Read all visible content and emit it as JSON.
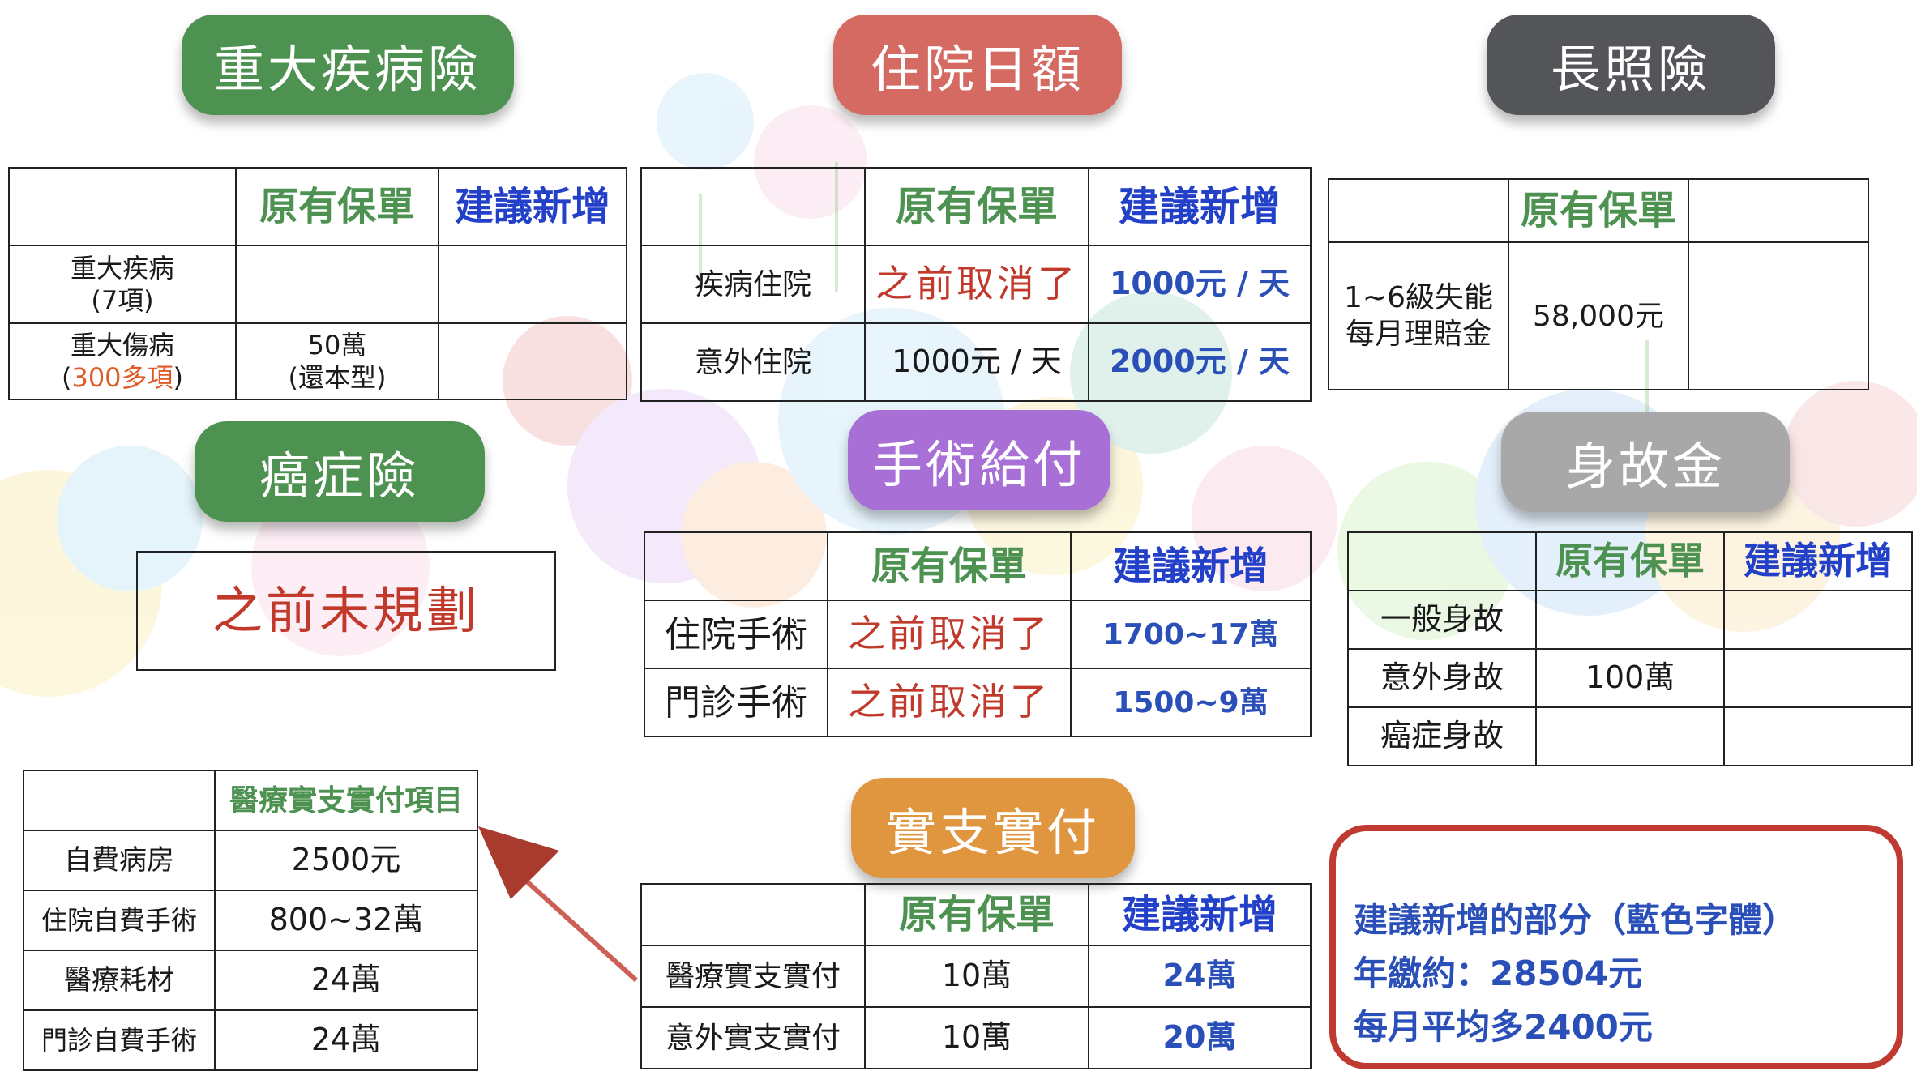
{
  "headers": {
    "critical_illness": "重大疾病險",
    "hospital_daily": "住院日額",
    "long_term_care": "長照險",
    "cancer": "癌症險",
    "surgery": "手術給付",
    "death_benefit": "身故金",
    "medical_reimbursement": "實支實付"
  },
  "critical_table": {
    "col_existing": "原有保單",
    "col_suggested": "建議新增",
    "row1": {
      "label_line1": "重大疾病",
      "label_line2": "(7項)",
      "existing": "",
      "suggested": ""
    },
    "row2": {
      "label_line1": "重大傷病",
      "label_line2_prefix": "(",
      "label_line2_highlight": "300多項",
      "label_line2_suffix": ")",
      "existing_line1": "50萬",
      "existing_line2": "(還本型)",
      "suggested": ""
    }
  },
  "hospital_table": {
    "col_existing": "原有保單",
    "col_suggested": "建議新增",
    "rows": [
      {
        "label": "疾病住院",
        "existing": "之前取消了",
        "suggested": "1000元 / 天"
      },
      {
        "label": "意外住院",
        "existing": "1000元 / 天",
        "suggested": "2000元 / 天"
      }
    ]
  },
  "ltc_table": {
    "col_existing": "原有保單",
    "label_line1": "1~6級失能",
    "label_line2": "每月理賠金",
    "existing": "58,000元"
  },
  "cancer_box": {
    "text": "之前未規劃"
  },
  "surgery_table": {
    "col_existing": "原有保單",
    "col_suggested": "建議新增",
    "rows": [
      {
        "label": "住院手術",
        "existing": "之前取消了",
        "suggested": "1700~17萬"
      },
      {
        "label": "門診手術",
        "existing": "之前取消了",
        "suggested": "1500~9萬"
      }
    ]
  },
  "death_table": {
    "col_existing": "原有保單",
    "col_suggested": "建議新增",
    "rows": [
      {
        "label": "一般身故",
        "existing": "",
        "suggested": ""
      },
      {
        "label": "意外身故",
        "existing": "100萬",
        "suggested": ""
      },
      {
        "label": "癌症身故",
        "existing": "",
        "suggested": ""
      }
    ]
  },
  "items_table": {
    "header": "醫療實支實付項目",
    "rows": [
      {
        "label": "自費病房",
        "value": "2500元"
      },
      {
        "label": "住院自費手術",
        "value": "800~32萬"
      },
      {
        "label": "醫療耗材",
        "value": "24萬"
      },
      {
        "label": "門診自費手術",
        "value": "24萬"
      }
    ]
  },
  "reimb_table": {
    "col_existing": "原有保單",
    "col_suggested": "建議新增",
    "rows": [
      {
        "label": "醫療實支實付",
        "existing": "10萬",
        "suggested": "24萬"
      },
      {
        "label": "意外實支實付",
        "existing": "10萬",
        "suggested": "20萬"
      }
    ]
  },
  "summary": {
    "line1": "建議新增的部分（藍色字體）",
    "line2": "年繳約：28504元",
    "line3": "每月平均多2400元"
  },
  "colors": {
    "green": "#4e9252",
    "red": "#d46a62",
    "dark_gray": "#545559",
    "purple": "#a86fd6",
    "gray": "#a8a8a8",
    "orange": "#e0963f",
    "suggest_blue": "#2a4fb8",
    "handwriting_red": "#c0392b",
    "summary_border": "#c03a32"
  }
}
